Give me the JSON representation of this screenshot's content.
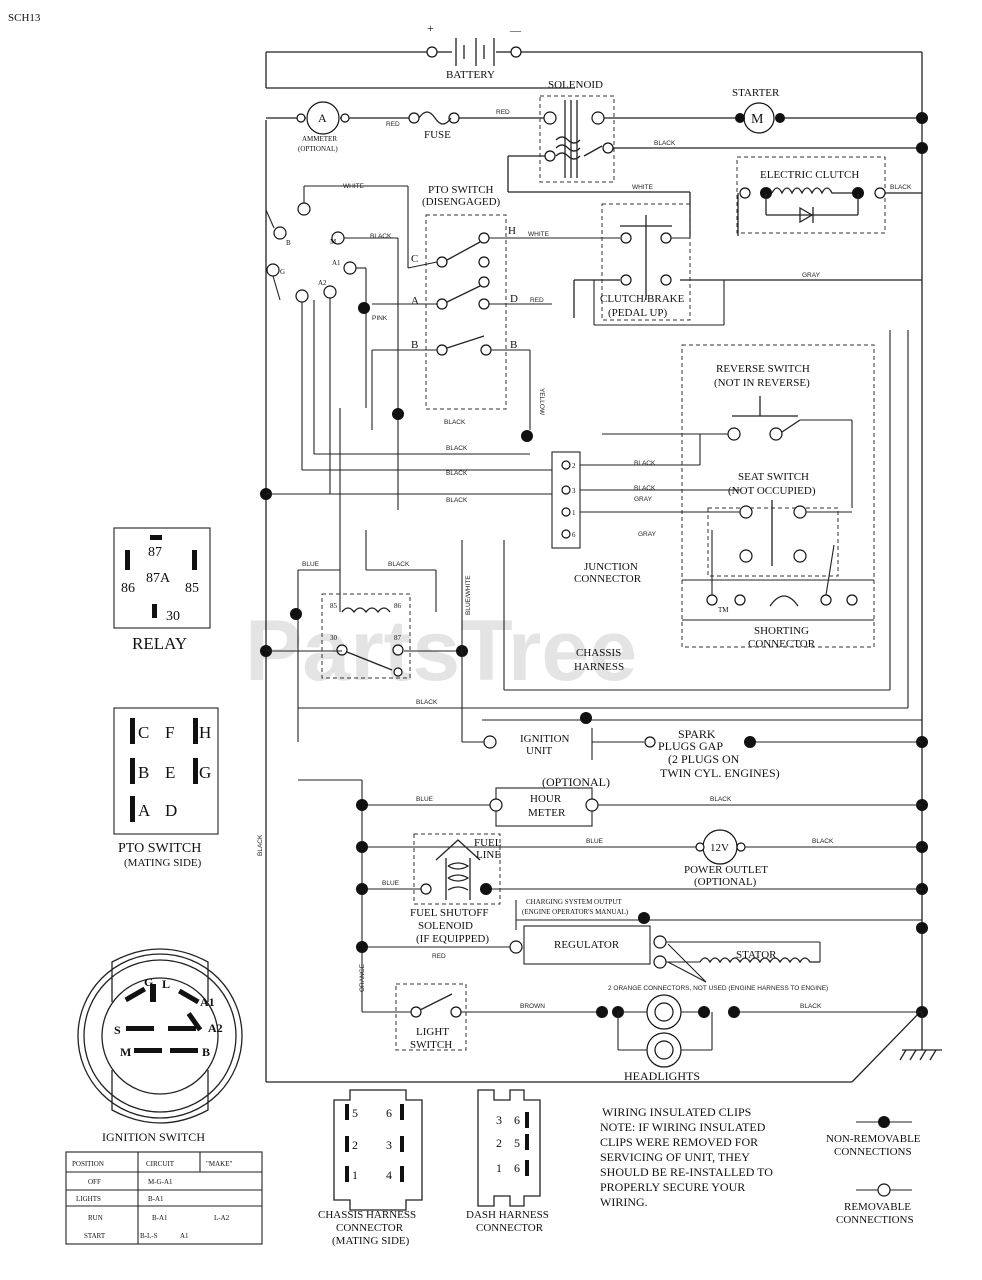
{
  "code": "SCH13",
  "watermark": "PartsTree",
  "watermark_tm": "TM",
  "components": {
    "battery": "BATTERY",
    "battery_plus": "+",
    "battery_minus": "—",
    "solenoid": "SOLENOID",
    "starter": "STARTER",
    "starter_symbol": "M",
    "ammeter": "AMMETER",
    "ammeter_optional": "(OPTIONAL)",
    "ammeter_symbol": "A",
    "fuse": "FUSE",
    "pto_switch": "PTO SWITCH",
    "pto_switch_state": "(DISENGAGED)",
    "clutch_brake": "CLUTCH/BRAKE",
    "clutch_brake_state": "(PEDAL UP)",
    "electric_clutch": "ELECTRIC CLUTCH",
    "reverse_switch": "REVERSE SWITCH",
    "reverse_switch_state": "(NOT IN REVERSE)",
    "seat_switch": "SEAT SWITCH",
    "seat_switch_state": "(NOT OCCUPIED)",
    "junction_connector_1": "JUNCTION",
    "junction_connector_2": "CONNECTOR",
    "shorting_connector_1": "SHORTING",
    "shorting_connector_2": "CONNECTOR",
    "chassis_harness_1": "CHASSIS",
    "chassis_harness_2": "HARNESS",
    "ignition_unit_1": "IGNITION",
    "ignition_unit_2": "UNIT",
    "spark_plugs_1": "SPARK",
    "spark_plugs_2": "PLUGS GAP",
    "spark_plugs_3": "(2 PLUGS ON",
    "spark_plugs_4": "TWIN CYL. ENGINES)",
    "optional": "(OPTIONAL)",
    "hour_meter_1": "HOUR",
    "hour_meter_2": "METER",
    "power_outlet_symbol": "12V",
    "power_outlet": "POWER OUTLET",
    "power_outlet_optional": "(OPTIONAL)",
    "fuel_line_1": "FUEL",
    "fuel_line_2": "LINE",
    "fuel_solenoid_1": "FUEL SHUTOFF",
    "fuel_solenoid_2": "SOLENOID",
    "fuel_solenoid_3": "(IF EQUIPPED)",
    "charging_output_1": "CHARGING SYSTEM OUTPUT",
    "charging_output_2": "(ENGINE OPERATOR'S MANUAL)",
    "regulator": "REGULATOR",
    "stator": "STATOR",
    "headlights_note": "2 ORANGE CONNECTORS, NOT USED (ENGINE HARNESS TO ENGINE)",
    "light_switch_1": "LIGHT",
    "light_switch_2": "SWITCH",
    "headlights": "HEADLIGHTS",
    "ign_terminals": [
      "B",
      "S",
      "M",
      "A1",
      "A2",
      "G",
      "L"
    ]
  },
  "pto_terminals": [
    "A",
    "B",
    "C",
    "D",
    "H"
  ],
  "wire_colors": {
    "red": "RED",
    "black": "BLACK",
    "white": "WHITE",
    "gray": "GRAY",
    "blue": "BLUE",
    "pink": "PINK",
    "brown": "BROWN",
    "orange": "ORANGE",
    "yellow": "YELLOW",
    "blue_white": "BLUE/WHITE"
  },
  "junction_pins": [
    "2",
    "3",
    "1",
    "6"
  ],
  "relay_pins": [
    "85",
    "86",
    "30",
    "87"
  ],
  "relay": {
    "title": "RELAY",
    "pins": {
      "p87": "87",
      "p87a": "87A",
      "p86": "86",
      "p85": "85",
      "p30": "30"
    }
  },
  "pto_mating": {
    "title": "PTO SWITCH",
    "subtitle": "(MATING SIDE)",
    "letters": [
      "C",
      "F",
      "H",
      "B",
      "E",
      "G",
      "A",
      "D"
    ]
  },
  "ignition_switch": {
    "title": "IGNITION SWITCH",
    "table": {
      "headers": [
        "POSITION",
        "CIRCUIT",
        "\"MAKE\""
      ],
      "rows": [
        [
          "OFF",
          "M-G-A1",
          ""
        ],
        [
          "LIGHTS",
          "B-A1",
          ""
        ],
        [
          "RUN",
          "B-A1",
          "L-A2"
        ],
        [
          "START",
          "B-L-S",
          "A1"
        ]
      ]
    }
  },
  "connectors": {
    "chassis": {
      "title": "CHASSIS HARNESS",
      "title2": "CONNECTOR",
      "subtitle": "(MATING SIDE)",
      "pins": [
        "5",
        "6",
        "2",
        "3",
        "1",
        "4"
      ]
    },
    "dash": {
      "title": "DASH HARNESS",
      "title2": "CONNECTOR",
      "pins": [
        "3",
        "6",
        "2",
        "5",
        "1",
        "6"
      ]
    }
  },
  "note": {
    "lines": [
      "WIRING INSULATED CLIPS",
      "NOTE: IF WIRING INSULATED",
      "CLIPS WERE REMOVED FOR",
      "SERVICING OF UNIT, THEY",
      "SHOULD BE RE-INSTALLED TO",
      "PROPERLY SECURE YOUR",
      "WIRING."
    ]
  },
  "legend": {
    "non_removable": [
      "NON-REMOVABLE",
      "CONNECTIONS"
    ],
    "removable": [
      "REMOVABLE",
      "CONNECTIONS"
    ]
  }
}
